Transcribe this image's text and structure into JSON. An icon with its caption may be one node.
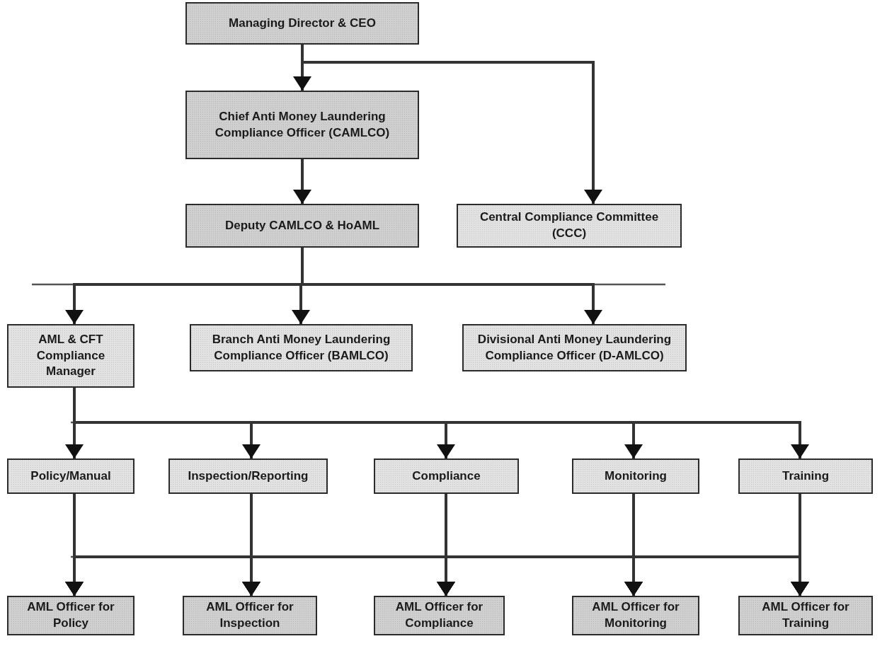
{
  "diagram": {
    "nodes": [
      {
        "text": [
          "Managing Director & CEO"
        ]
      },
      {
        "text": [
          "Chief Anti Money Laundering Compliance Officer (CAMLCO)"
        ]
      },
      {
        "text": [
          "Deputy CAMLCO & HoAML"
        ]
      },
      {
        "text": [
          "Central Compliance Committee (CCC)"
        ]
      },
      {
        "text": [
          "AML & CFT Compliance Manager"
        ]
      },
      {
        "text": [
          "Branch Anti Money Laundering Compliance Officer (BAMLCO)"
        ]
      },
      {
        "text": [
          "Divisional Anti Money Laundering Compliance Officer (D-AMLCO)"
        ]
      },
      {
        "text": [
          "Policy/Manual"
        ]
      },
      {
        "text": [
          "Inspection/Reporting"
        ]
      },
      {
        "text": [
          "Compliance"
        ]
      },
      {
        "text": [
          "Monitoring"
        ]
      },
      {
        "text": [
          "Training"
        ]
      },
      {
        "text": [
          "AML Officer for Policy"
        ]
      },
      {
        "text": [
          "AML Officer for Inspection"
        ]
      },
      {
        "text": [
          "AML Officer for Compliance"
        ]
      },
      {
        "text": [
          "AML Officer for Monitoring"
        ]
      },
      {
        "text": [
          "AML Officer for Training"
        ]
      }
    ],
    "edges": [
      {
        "from": 0,
        "to": 1,
        "arrow": "to"
      },
      {
        "from": 0,
        "to": 3,
        "arrow": "to"
      },
      {
        "from": 1,
        "to": 2,
        "arrow": "to"
      },
      {
        "from": 2,
        "to": 4,
        "arrow": "to"
      },
      {
        "from": 2,
        "to": 5,
        "arrow": "to"
      },
      {
        "from": 2,
        "to": 6,
        "arrow": "to"
      },
      {
        "from": 4,
        "to": 7,
        "arrow": "to"
      },
      {
        "from": 4,
        "to": 8,
        "arrow": "to"
      },
      {
        "from": 4,
        "to": 9,
        "arrow": "to"
      },
      {
        "from": 4,
        "to": 10,
        "arrow": "to"
      },
      {
        "from": 4,
        "to": 11,
        "arrow": "to"
      },
      {
        "from": 7,
        "to": 12,
        "arrow": "to"
      },
      {
        "from": 7,
        "to": 13,
        "arrow": "to"
      },
      {
        "from": 7,
        "to": 14,
        "arrow": "to"
      },
      {
        "from": 7,
        "to": 15,
        "arrow": "to"
      },
      {
        "from": 7,
        "to": 16,
        "arrow": "to"
      },
      {
        "from": 8,
        "to": 12,
        "arrow": "to"
      },
      {
        "from": 8,
        "to": 13,
        "arrow": "to"
      },
      {
        "from": 8,
        "to": 14,
        "arrow": "to"
      },
      {
        "from": 8,
        "to": 15,
        "arrow": "to"
      },
      {
        "from": 8,
        "to": 16,
        "arrow": "to"
      },
      {
        "from": 9,
        "to": 12,
        "arrow": "to"
      },
      {
        "from": 9,
        "to": 13,
        "arrow": "to"
      },
      {
        "from": 9,
        "to": 14,
        "arrow": "to"
      },
      {
        "from": 9,
        "to": 15,
        "arrow": "to"
      },
      {
        "from": 9,
        "to": 16,
        "arrow": "to"
      },
      {
        "from": 10,
        "to": 12,
        "arrow": "to"
      },
      {
        "from": 10,
        "to": 13,
        "arrow": "to"
      },
      {
        "from": 10,
        "to": 14,
        "arrow": "to"
      },
      {
        "from": 10,
        "to": 15,
        "arrow": "to"
      },
      {
        "from": 10,
        "to": 16,
        "arrow": "to"
      },
      {
        "from": 11,
        "to": 12,
        "arrow": "to"
      },
      {
        "from": 11,
        "to": 13,
        "arrow": "to"
      },
      {
        "from": 11,
        "to": 14,
        "arrow": "to"
      },
      {
        "from": 11,
        "to": 15,
        "arrow": "to"
      },
      {
        "from": 11,
        "to": 16,
        "arrow": "to"
      }
    ]
  }
}
